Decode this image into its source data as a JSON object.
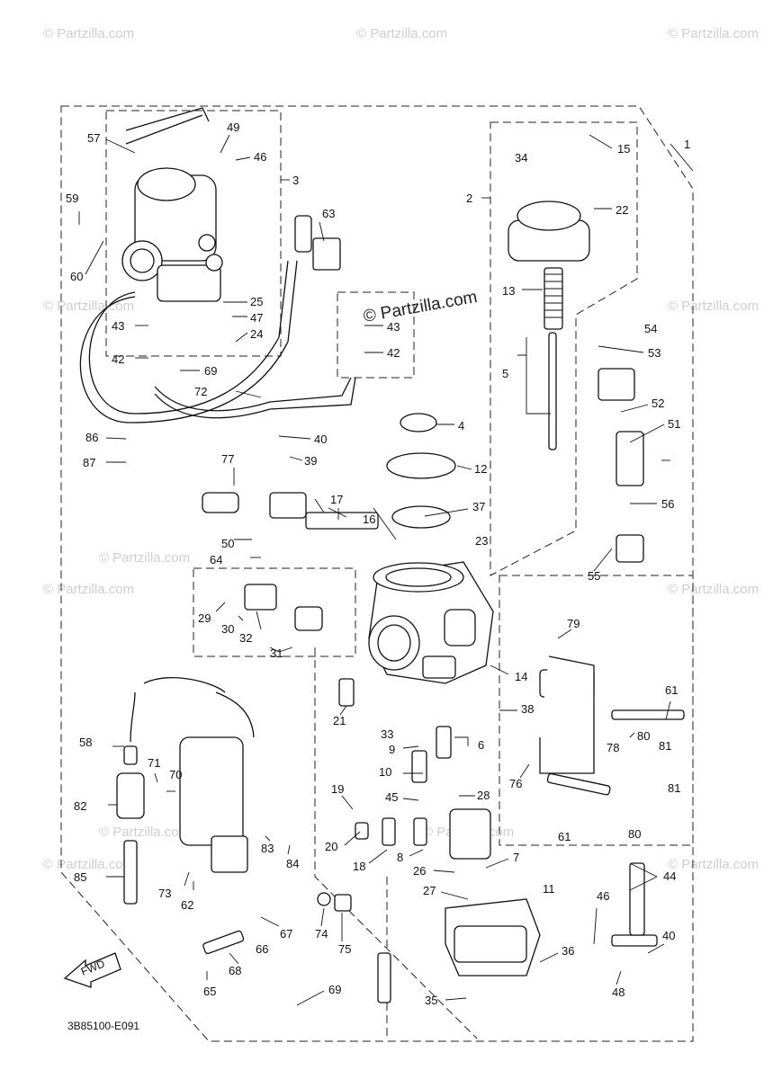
{
  "watermark": {
    "text": "© Partzilla.com",
    "prominent_text": "© Partzilla.com"
  },
  "diagram_code": "3B85100-E091",
  "fwd_label": "FWD",
  "callouts": [
    "1",
    "2",
    "3",
    "4",
    "5",
    "6",
    "7",
    "8",
    "9",
    "10",
    "11",
    "12",
    "13",
    "14",
    "15",
    "16",
    "17",
    "18",
    "19",
    "20",
    "21",
    "22",
    "23",
    "24",
    "25",
    "26",
    "27",
    "28",
    "29",
    "30",
    "31",
    "32",
    "33",
    "34",
    "35",
    "36",
    "37",
    "38",
    "39",
    "40",
    "40",
    "42",
    "42",
    "43",
    "43",
    "44",
    "45",
    "46",
    "46",
    "47",
    "48",
    "49",
    "50",
    "51",
    "52",
    "53",
    "54",
    "55",
    "56",
    "57",
    "58",
    "59",
    "60",
    "61",
    "61",
    "62",
    "63",
    "64",
    "65",
    "66",
    "67",
    "68",
    "69",
    "69",
    "70",
    "71",
    "72",
    "73",
    "74",
    "75",
    "76",
    "77",
    "78",
    "79",
    "80",
    "80",
    "81",
    "81",
    "82",
    "83",
    "84",
    "85",
    "86",
    "87"
  ]
}
